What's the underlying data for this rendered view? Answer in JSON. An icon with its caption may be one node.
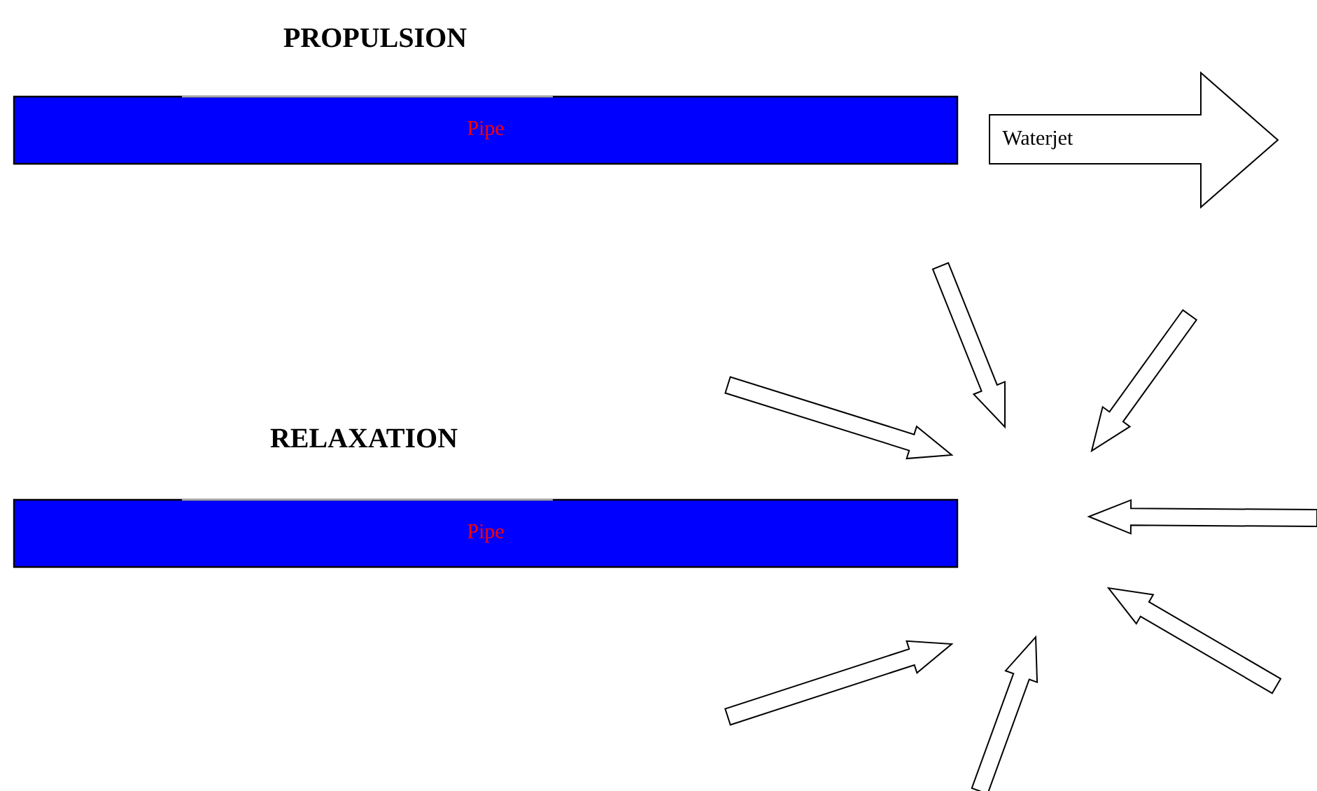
{
  "diagram": {
    "nodes": [
      {
        "text": [
          "Pipe"
        ]
      },
      {
        "text": [
          "Waterjet"
        ]
      },
      {
        "text": [
          "Pipe"
        ]
      }
    ],
    "labels": [
      "PROPULSION",
      "RELAXATION"
    ]
  }
}
